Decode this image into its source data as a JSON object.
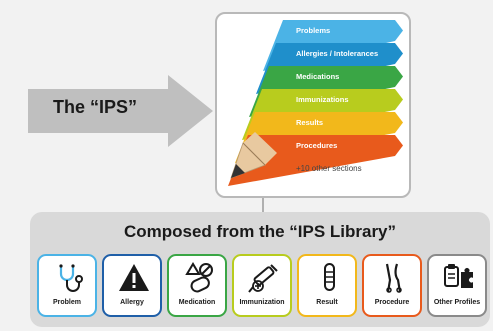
{
  "ips_label": "The “IPS”",
  "sections": [
    {
      "label": "Problems",
      "color": "#4bb3e6"
    },
    {
      "label": "Allergies / Intolerances",
      "color": "#1f8fcb"
    },
    {
      "label": "Medications",
      "color": "#3aa645"
    },
    {
      "label": "Immunizations",
      "color": "#b8cc1e"
    },
    {
      "label": "Results",
      "color": "#f2b81b"
    },
    {
      "label": "Procedures",
      "color": "#e85a1c"
    }
  ],
  "other_sections": "+10 other sections",
  "library_title": "Composed from the “IPS Library”",
  "tiles": [
    {
      "label": "Problem",
      "icon": "stethoscope-icon",
      "color": "#4bb3e6"
    },
    {
      "label": "Allergy",
      "icon": "warning-icon",
      "color": "#1f5fa8"
    },
    {
      "label": "Medication",
      "icon": "pills-icon",
      "color": "#3aa645"
    },
    {
      "label": "Immunization",
      "icon": "syringe-icon",
      "color": "#b8cc1e"
    },
    {
      "label": "Result",
      "icon": "test-tube-icon",
      "color": "#f2b81b"
    },
    {
      "label": "Procedure",
      "icon": "scalpel-icon",
      "color": "#e85a1c"
    },
    {
      "label": "Other Profiles",
      "icon": "clipboard-puzzle-icon",
      "color": "#8a8a8a"
    }
  ]
}
